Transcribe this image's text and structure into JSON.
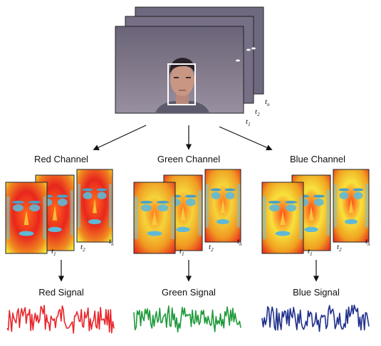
{
  "video": {
    "frame_labels": [
      {
        "main": "t",
        "sub": "1"
      },
      {
        "main": "t",
        "sub": "2"
      },
      {
        "main": "t",
        "sub": "n"
      }
    ]
  },
  "channels": [
    {
      "title": "Red Channel",
      "signal_title": "Red Signal",
      "signal_color": "#e8262b"
    },
    {
      "title": "Green Channel",
      "signal_title": "Green Signal",
      "signal_color": "#1f9a3b"
    },
    {
      "title": "Blue Channel",
      "signal_title": "Blue Signal",
      "signal_color": "#1f2f8c"
    }
  ],
  "channel_frame_labels": [
    {
      "main": "t",
      "sub": "1"
    },
    {
      "main": "t",
      "sub": "2"
    },
    {
      "main": "t",
      "sub": "n"
    }
  ]
}
